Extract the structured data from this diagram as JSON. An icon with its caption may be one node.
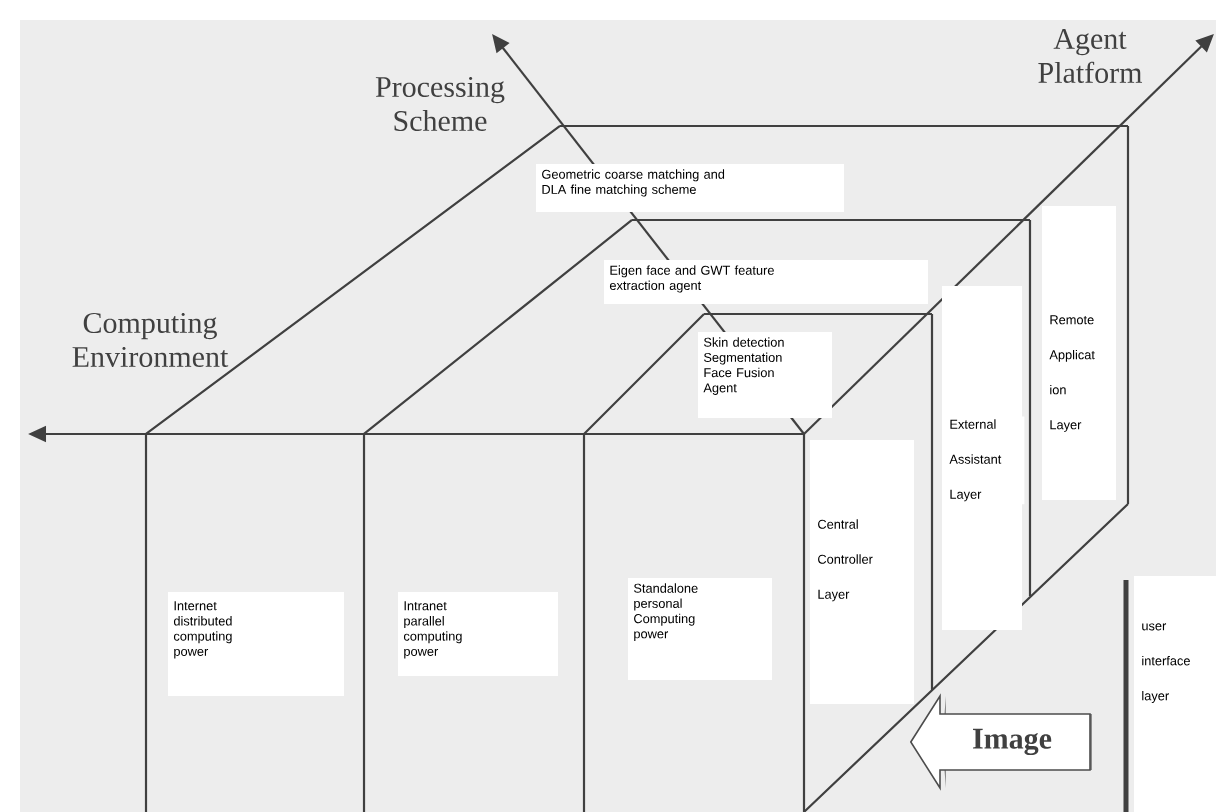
{
  "diagram": {
    "nodes": [
      {
        "text": [
          "Geometric coarse matching and DLA fine matching scheme"
        ]
      },
      {
        "text": [
          "Eigen face and GWT feature extraction agent"
        ]
      },
      {
        "text": [
          "Skin detection Segmentation Face Fusion Agent"
        ]
      },
      {
        "text": [
          "Remote Applicat ion Layer"
        ]
      },
      {
        "text": [
          "External Assistant Layer"
        ]
      },
      {
        "text": [
          "Central Controller Layer"
        ]
      },
      {
        "text": [
          "Internet distributed computing power"
        ]
      },
      {
        "text": [
          "Intranet parallel computing power"
        ]
      },
      {
        "text": [
          "Standalone personal Computing power"
        ]
      },
      {
        "text": [
          "user interface layer"
        ]
      }
    ],
    "edges": [
      {
        "from": 9,
        "to": 5,
        "arrow": "to",
        "label": "Image"
      }
    ],
    "labels": [
      "Agent Platform",
      "Processing Scheme",
      "Computing Environment"
    ]
  }
}
